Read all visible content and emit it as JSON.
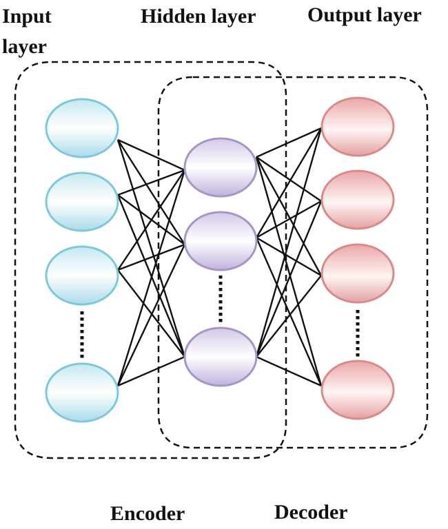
{
  "labels": {
    "input_layer": "Input layer",
    "hidden_layer": "Hidden layer",
    "output_layer": "Output layer",
    "encoder": "Encoder",
    "decoder": "Decoder"
  },
  "layers": {
    "input": {
      "visible_nodes": 4,
      "has_ellipsis": true,
      "color": "#7ec9d9"
    },
    "hidden": {
      "visible_nodes": 3,
      "has_ellipsis": true,
      "color": "#a795c6"
    },
    "output": {
      "visible_nodes": 4,
      "has_ellipsis": true,
      "color": "#d98a8a"
    }
  },
  "connections": "fully-connected between adjacent layers",
  "colors": {
    "input_stroke": "#7ec9d9",
    "hidden_stroke": "#a795c6",
    "output_stroke": "#d98a8a",
    "edge": "#111111",
    "group_border": "#111111"
  }
}
